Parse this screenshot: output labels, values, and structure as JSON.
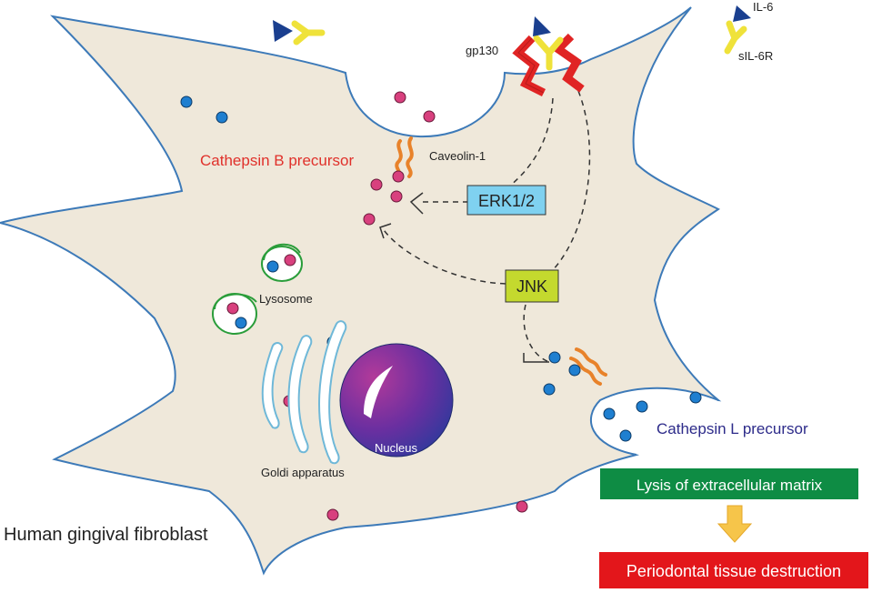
{
  "labels": {
    "il6": "IL-6",
    "sil6r": "sIL-6R",
    "gp130": "gp130",
    "cathepsin_b": "Cathepsin B precursor",
    "caveolin": "Caveolin-1",
    "erk": "ERK1/2",
    "jnk": "JNK",
    "lysosome": "Lysosome",
    "nucleus": "Nucleus",
    "golgi": "Goldi apparatus",
    "cell": "Human gingival fibroblast",
    "cathepsin_l": "Cathepsin L precursor",
    "lysis": "Lysis of extracellular matrix",
    "destruction": "Periodontal tissue destruction"
  },
  "colors": {
    "cell_fill": "#efe8da",
    "cell_stroke": "#3d7ab8",
    "cathepsin_b_dot": "#d8407e",
    "cathepsin_l_dot": "#1f7fd0",
    "il6": "#1a3f8f",
    "sil6r": "#efe23a",
    "gp130": "#e02424",
    "caveolin": "#e8822a",
    "erk_box": "#7fd1f0",
    "jnk_box": "#c4d92e",
    "lysis_box": "#0e8c44",
    "destruction_box": "#e3161b",
    "arrow_down": "#f6c54a",
    "cathepsin_b_text": "#e0312b",
    "cathepsin_l_text": "#2d2b8a",
    "lysosome_ring": "#2a9d3a"
  }
}
